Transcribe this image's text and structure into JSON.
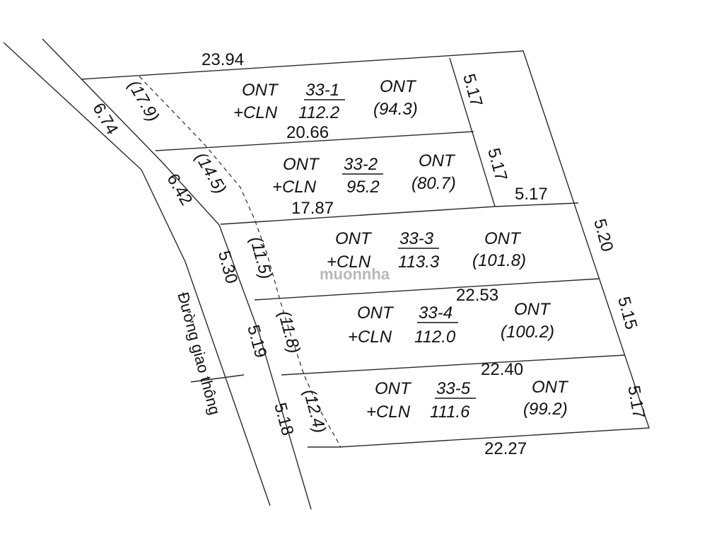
{
  "road_label": "Đường giao thông",
  "watermark": "muonnha",
  "outer_dims": {
    "top": "23.94",
    "bottom": "22.27",
    "left_road_1": "6.74",
    "left_road_2": "6.42",
    "left_road_3": "5.30",
    "left_road_4": "5.19",
    "left_road_5": "5.18"
  },
  "lots": [
    {
      "id": "33-1",
      "area": "112.2",
      "left_use": "ONT",
      "left_use2": "+CLN",
      "right_use": "ONT",
      "ont_area": "(94.3)",
      "clearance": "(17.9)",
      "right_side": "5.17",
      "dividing_len": "20.66"
    },
    {
      "id": "33-2",
      "area": "95.2",
      "left_use": "ONT",
      "left_use2": "+CLN",
      "right_use": "ONT",
      "ont_area": "(80.7)",
      "clearance": "(14.5)",
      "right_side": "5.17",
      "dividing_len": "17.87"
    },
    {
      "id": "33-3",
      "area": "113.3",
      "left_use": "ONT",
      "left_use2": "+CLN",
      "right_use": "ONT",
      "ont_area": "(101.8)",
      "clearance": "(11.5)",
      "right_side": "5.20",
      "top_step": "5.17",
      "dividing_len": "22.53"
    },
    {
      "id": "33-4",
      "area": "112.0",
      "left_use": "ONT",
      "left_use2": "+CLN",
      "right_use": "ONT",
      "ont_area": "(100.2)",
      "clearance": "(11.8)",
      "right_side": "5.15",
      "dividing_len": "22.40"
    },
    {
      "id": "33-5",
      "area": "111.6",
      "left_use": "ONT",
      "left_use2": "+CLN",
      "right_use": "ONT",
      "ont_area": "(99.2)",
      "clearance": "(12.4)",
      "right_side": "5.17"
    }
  ]
}
